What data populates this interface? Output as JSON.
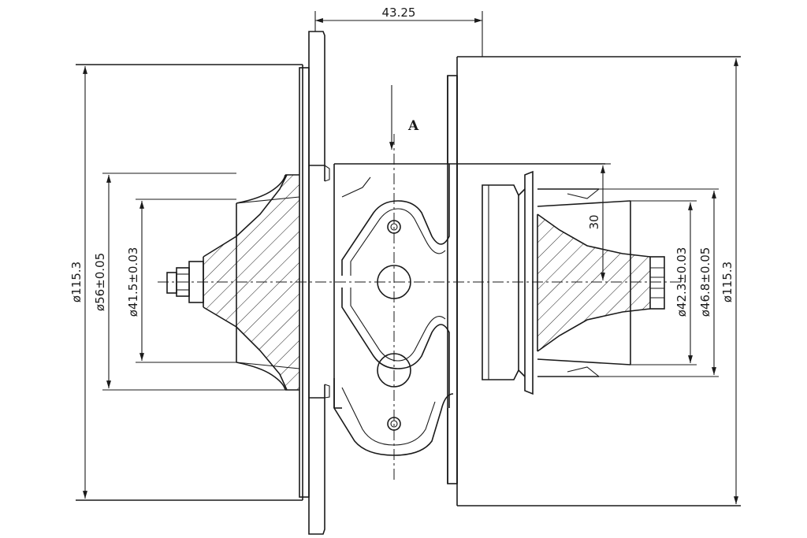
{
  "dimensions": {
    "top_width": "43.25",
    "left_outer_diameter": "ø115.3",
    "left_wheel_diameter": "ø56±0.05",
    "left_bore_diameter": "ø41.5±0.03",
    "right_height": "30",
    "right_bore_diameter": "ø42.3±0.03",
    "right_wheel_diameter": "ø46.8±0.05",
    "right_outer_diameter": "ø115.3"
  },
  "view_label": "A"
}
